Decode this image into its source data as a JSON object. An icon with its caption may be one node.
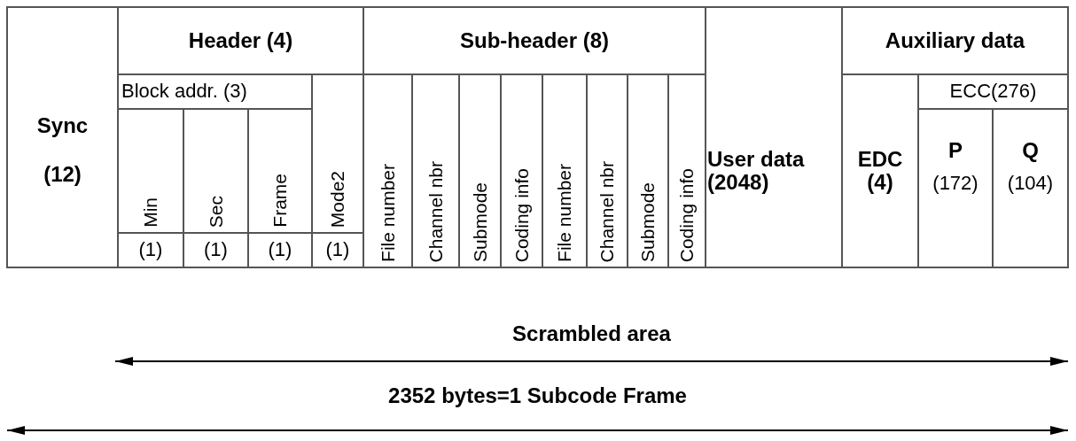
{
  "diagram": {
    "labels": [
      "Sync",
      "(12)",
      "Header (4)",
      "Sub-header (8)",
      "User data (2048)",
      "Auxiliary data",
      "Block addr. (3)",
      "ECC(276)",
      "Mode2",
      "File number",
      "Channel nbr",
      "Submode",
      "Coding info",
      "File number",
      "Channel nbr",
      "Submode",
      "Coding info",
      "Min",
      "Sec",
      "Frame",
      "EDC (4)",
      "P",
      "(172)",
      "Q",
      "(104)",
      "(1)",
      "(1)",
      "(1)",
      "(1)",
      "Scrambled area",
      "2352 bytes=1 Subcode Frame"
    ]
  }
}
